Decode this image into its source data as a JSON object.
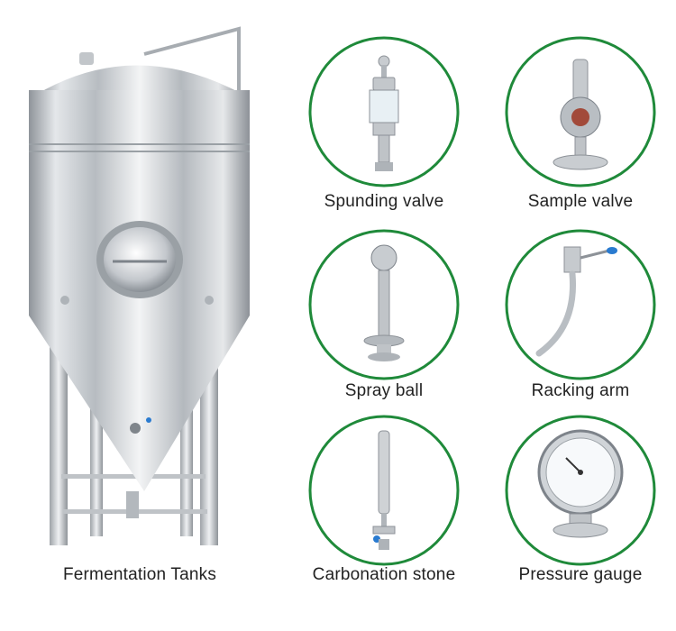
{
  "main_item": {
    "label": "Fermentation Tanks",
    "icon": "fermentation-tank-icon"
  },
  "parts": [
    {
      "label": "Spunding valve",
      "icon": "spunding-valve-icon"
    },
    {
      "label": "Sample valve",
      "icon": "sample-valve-icon"
    },
    {
      "label": "Spray ball",
      "icon": "spray-ball-icon"
    },
    {
      "label": "Racking arm",
      "icon": "racking-arm-icon"
    },
    {
      "label": "Carbonation stone",
      "icon": "carbonation-stone-icon"
    },
    {
      "label": "Pressure gauge",
      "icon": "pressure-gauge-icon"
    }
  ],
  "colors": {
    "ring": "#1f8a3a",
    "steel": "#c9cdd2",
    "text": "#222222"
  }
}
